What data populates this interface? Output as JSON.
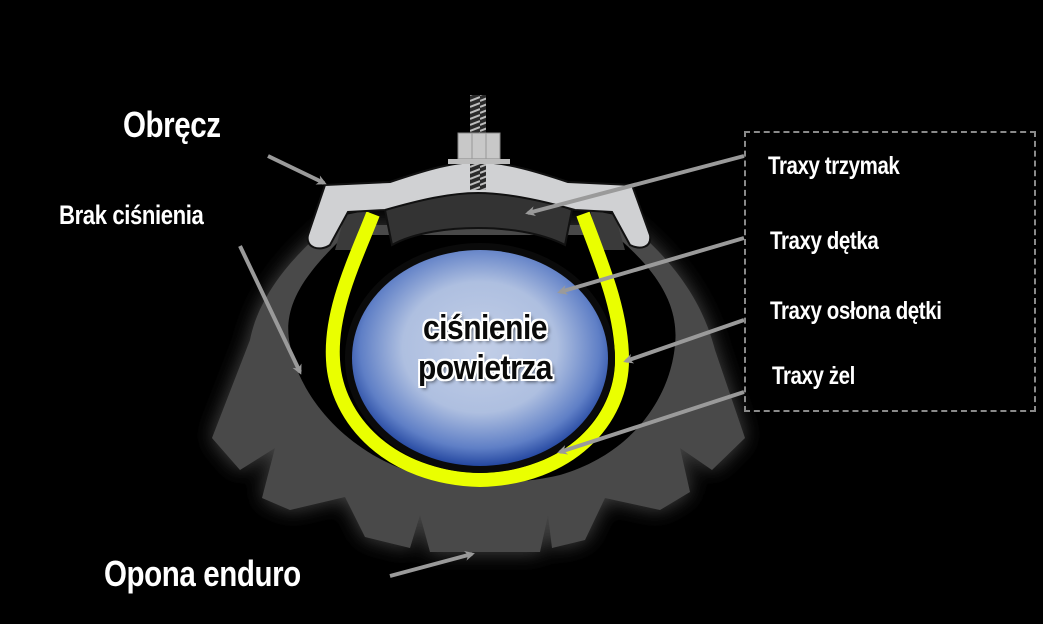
{
  "diagram": {
    "type": "cross-section",
    "subject": "enduro tire with Traxy mousse insert system",
    "background_color": "#000000"
  },
  "labels": {
    "rim": "Obręcz",
    "no_pressure": "Brak ciśnienia",
    "tire": "Opona enduro",
    "air_pressure_line1": "ciśnienie",
    "air_pressure_line2": "powietrza"
  },
  "legend": {
    "items": [
      {
        "label": "Traxy trzymak",
        "points_to": "rim-lock holder"
      },
      {
        "label": "Traxy dętka",
        "points_to": "inner tube"
      },
      {
        "label": "Traxy osłona dętki",
        "points_to": "yellow tube shield"
      },
      {
        "label": "Traxy żel",
        "points_to": "gel layer"
      }
    ]
  },
  "colors": {
    "rim": "#d0d1d3",
    "tire": "#4a4a4a",
    "holder": "#333333",
    "shield": "#eaff00",
    "tube_edge": "#2447a0",
    "tube_center": "#b8c6e2",
    "arrow": "#9a9a9a",
    "legend_border": "#8a8a8a",
    "text": "#ffffff"
  }
}
